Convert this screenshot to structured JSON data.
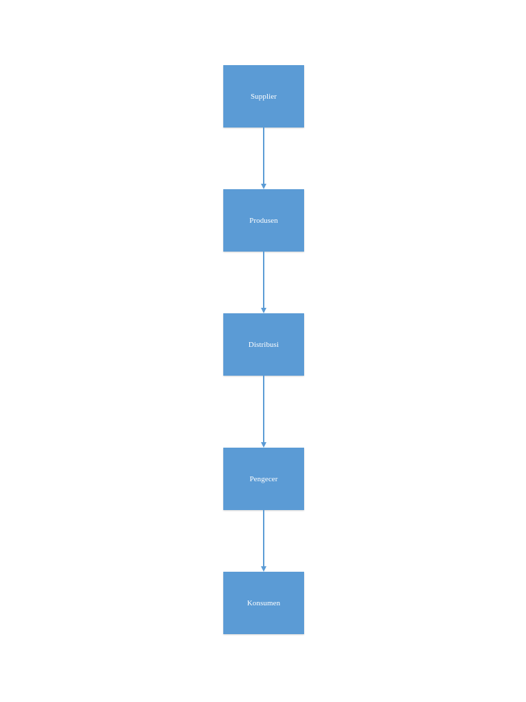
{
  "diagram": {
    "node_color": "#5b9bd5",
    "connector_color": "#5b9bd5",
    "label_color": "#ffffff",
    "nodes": [
      {
        "label": "Supplier"
      },
      {
        "label": "Produsen"
      },
      {
        "label": "Distribusi"
      },
      {
        "label": "Pengecer"
      },
      {
        "label": "Konsumen"
      }
    ]
  }
}
